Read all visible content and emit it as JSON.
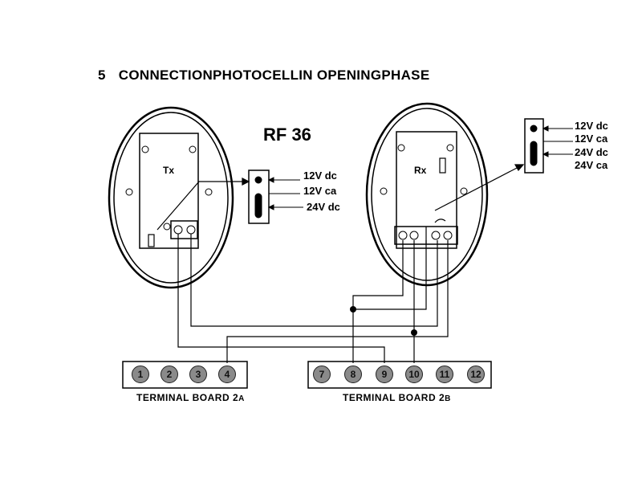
{
  "title": {
    "number": "5",
    "text": "CONNECTIONPHOTOCELLIN OPENINGPHASE"
  },
  "model": "RF 36",
  "tx": {
    "label": "Tx"
  },
  "rx": {
    "label": "Rx"
  },
  "tx_jumper": {
    "labels": [
      "12V dc",
      "12V ca",
      "24V dc"
    ]
  },
  "rx_jumper": {
    "labels": [
      "12V dc",
      "12V ca",
      "24V dc",
      "24V ca"
    ]
  },
  "terminal_board_a": {
    "label_main": "TERMINAL BOARD 2",
    "label_suffix": "A",
    "terminals": [
      "1",
      "2",
      "3",
      "4"
    ]
  },
  "terminal_board_b": {
    "label_main": "TERMINAL BOARD 2",
    "label_suffix": "B",
    "terminals": [
      "7",
      "8",
      "9",
      "10",
      "11",
      "12"
    ]
  }
}
